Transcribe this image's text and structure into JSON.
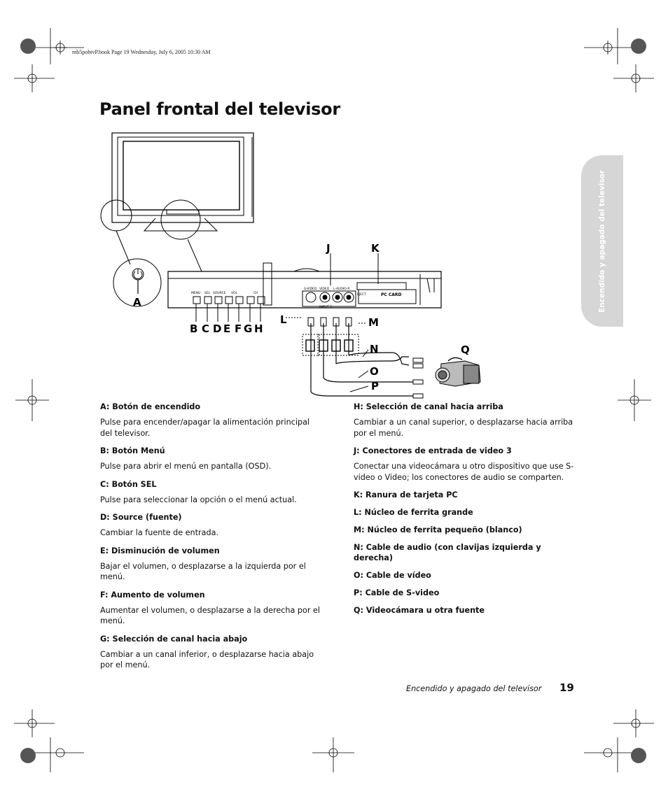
{
  "print_header": "mb5pohtvP.book  Page 19  Wednesday, July 6, 2005  10:30 AM",
  "title": "Panel frontal del televisor",
  "side_tab": "Encendido y apagado del televisor",
  "diagram": {
    "callouts": [
      "A",
      "B",
      "C",
      "D",
      "E",
      "F",
      "G",
      "H",
      "J",
      "K",
      "L",
      "M",
      "N",
      "O",
      "P",
      "Q"
    ],
    "panel_labels": {
      "menu": "MENU",
      "sel": "SEL",
      "source": "SOURCE",
      "vol": "VOL",
      "ch": "CH",
      "svideo": "S-VIDEO",
      "video": "VIDEO",
      "audio": "L-AUDIO-R",
      "input": "INPUT 3",
      "eject": "EJECT",
      "pccard": "PC CARD"
    }
  },
  "left_column": [
    {
      "heading": "A: Botón de encendido",
      "desc": "Pulse para encender/apagar la alimentación principal del televisor."
    },
    {
      "heading": "B: Botón Menú",
      "desc": "Pulse para abrir el menú en pantalla (OSD)."
    },
    {
      "heading": "C: Botón SEL",
      "desc": "Pulse para seleccionar la opción o el menú actual."
    },
    {
      "heading": "D: Source (fuente)",
      "desc": "Cambiar la fuente de entrada."
    },
    {
      "heading": "E: Disminución de volumen",
      "desc": "Bajar el volumen, o desplazarse a la izquierda por el menú."
    },
    {
      "heading": "F: Aumento de volumen",
      "desc": "Aumentar el volumen, o desplazarse a la derecha por el menú."
    },
    {
      "heading": "G: Selección de canal hacia abajo",
      "desc": "Cambiar a un canal inferior, o desplazarse hacia abajo por el menú."
    }
  ],
  "right_column": [
    {
      "heading": "H: Selección de canal hacia arriba",
      "desc": "Cambiar a un canal superior, o desplazarse hacia arriba por el menú."
    },
    {
      "heading": "J: Conectores de entrada de video 3",
      "desc": "Conectar una videocámara u otro dispositivo que use S-video o Video; los conectores de audio se comparten."
    },
    {
      "heading": "K: Ranura de tarjeta PC",
      "desc": ""
    },
    {
      "heading": "L: Núcleo de ferrita grande",
      "desc": ""
    },
    {
      "heading": "M: Núcleo de ferrita pequeño (blanco)",
      "desc": ""
    },
    {
      "heading": "N: Cable de audio (con clavijas izquierda y derecha)",
      "desc": ""
    },
    {
      "heading": "O: Cable de vídeo",
      "desc": ""
    },
    {
      "heading": "P: Cable de S-video",
      "desc": ""
    },
    {
      "heading": "Q: Videocámara u otra fuente",
      "desc": ""
    }
  ],
  "footer": {
    "text": "Encendido y apagado del televisor",
    "page_number": "19"
  }
}
